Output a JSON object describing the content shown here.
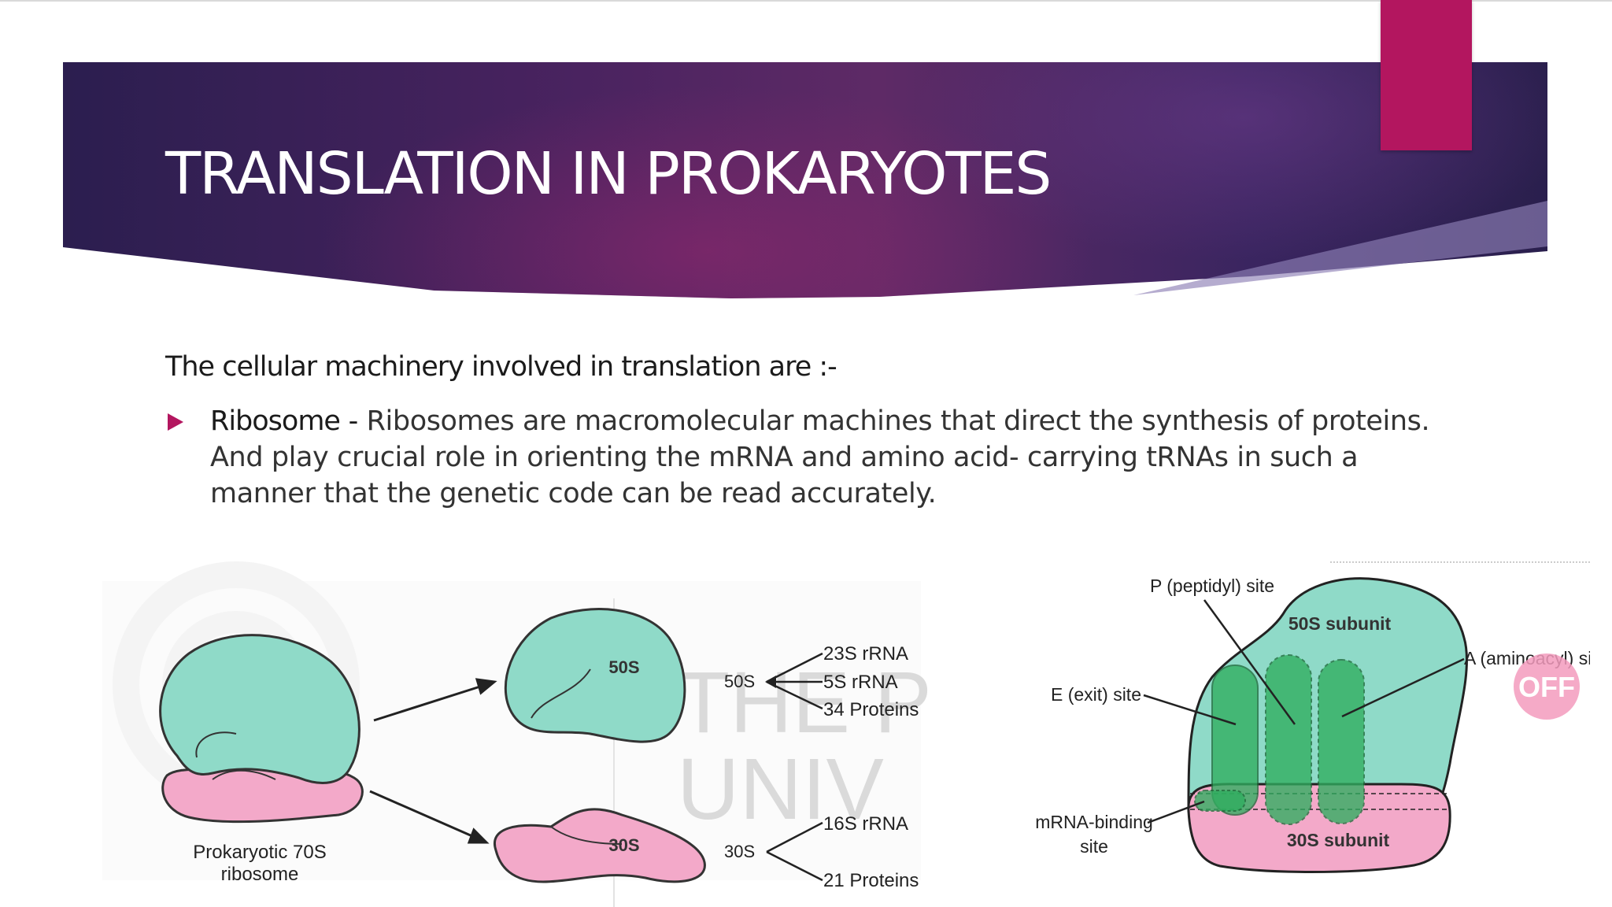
{
  "slide": {
    "title": "TRANSLATION IN PROKARYOTES",
    "intro": "The cellular machinery involved in translation are :-",
    "bullets": [
      {
        "term": "Ribosome",
        "separator": " - ",
        "text": " Ribosomes are macromolecular machines that direct the synthesis of proteins. And  play crucial role in orienting the mRNA and amino acid- carrying tRNAs in such a manner that the genetic code can be read accurately."
      }
    ]
  },
  "colors": {
    "banner_dark": "#2b1e4f",
    "banner_mid": "#5e2a66",
    "accent_pink": "#b3165f",
    "subunit_50s": "#8fdac8",
    "subunit_30s": "#f3a9c9",
    "site_green": "#2fae5f"
  },
  "figure_left": {
    "ribosome_label_line1": "Prokaryotic 70S",
    "ribosome_label_line2": "ribosome",
    "large_subunit": "50S",
    "small_subunit": "30S",
    "large_components_label": "50S",
    "large_components": [
      "23S rRNA",
      "5S rRNA",
      "34 Proteins"
    ],
    "small_components_label": "30S",
    "small_components": [
      "16S rRNA",
      "21 Proteins"
    ],
    "watermark_lines": [
      "THE P",
      "UNIV"
    ]
  },
  "figure_right": {
    "p_site": "P (peptidyl) site",
    "large_subunit": "50S subunit",
    "a_site": "A (aminoacyl) site",
    "e_site": "E (exit) site",
    "mrna_site_line1": "mRNA-binding",
    "mrna_site_line2": "site",
    "small_subunit": "30S subunit",
    "badge": "OFF"
  }
}
